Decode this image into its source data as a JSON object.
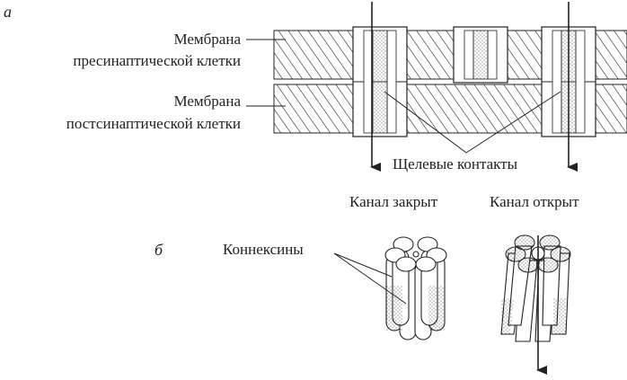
{
  "panel_a": {
    "letter": "а",
    "presynaptic_label": [
      "Мембрана",
      "пресинаптической клетки"
    ],
    "postsynaptic_label": [
      "Мембрана",
      "постсинаптической клетки"
    ],
    "gap_junctions_label": "Щелевые контакты"
  },
  "panel_b": {
    "letter": "б",
    "connexins_label": "Коннексины",
    "closed_label": "Канал закрыт",
    "open_label": "Канал открыт"
  },
  "colors": {
    "ink": "#222222",
    "paper": "#ffffff"
  }
}
